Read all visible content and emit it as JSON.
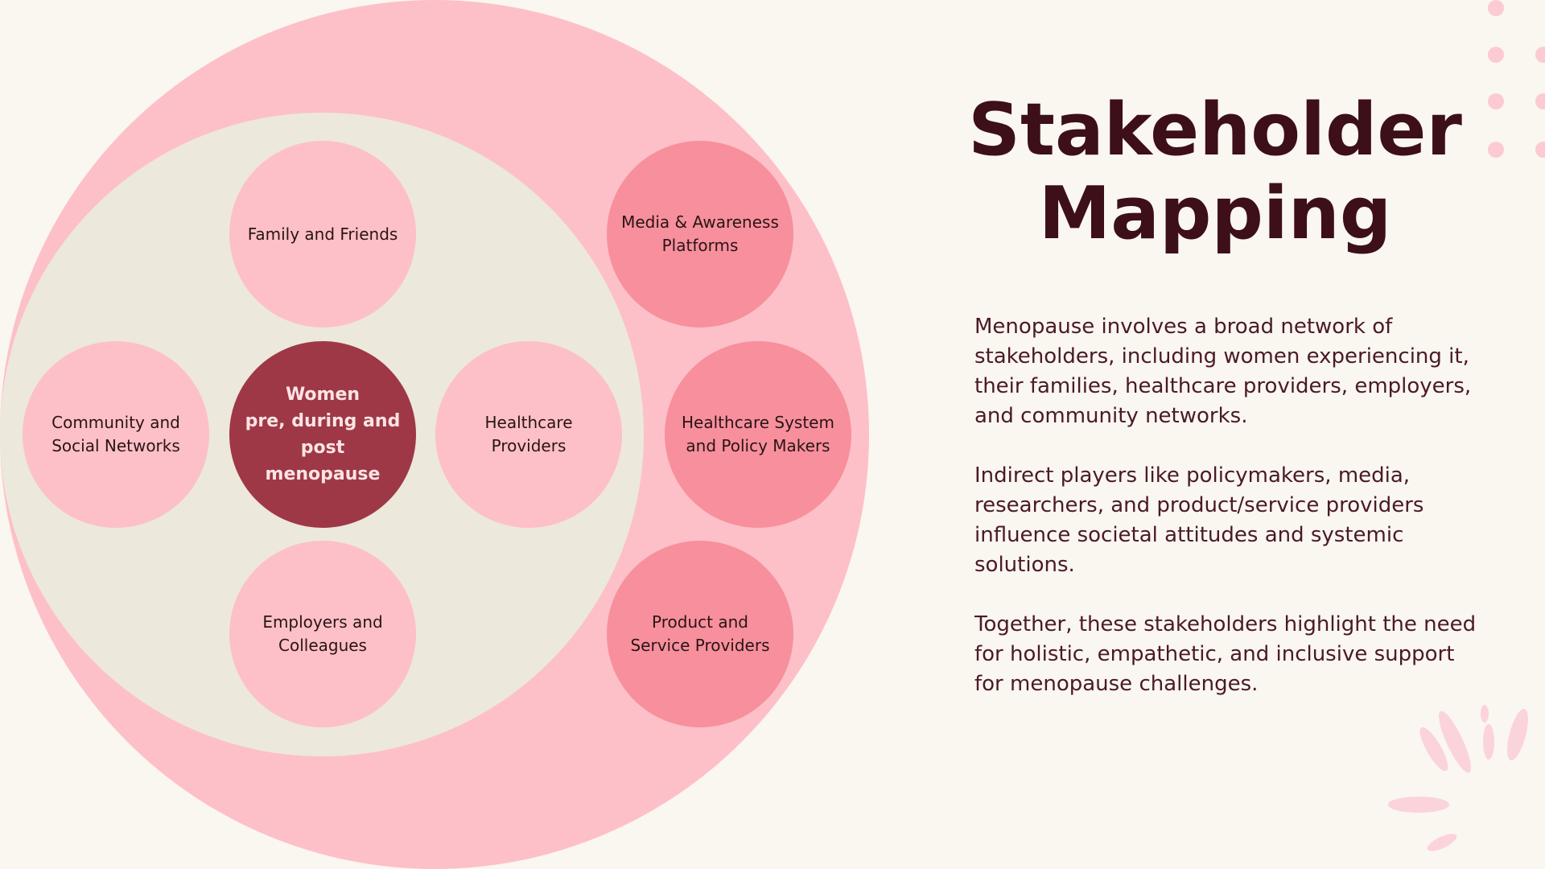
{
  "title": "Stakeholder\nMapping",
  "diagram": {
    "center": "Women\npre, during and\npost menopause",
    "inner_stakeholders": [
      "Family and Friends",
      "Community and\nSocial Networks",
      "Healthcare\nProviders",
      "Employers and\nColleagues"
    ],
    "outer_stakeholders": [
      "Media & Awareness\nPlatforms",
      "Healthcare System\nand Policy Makers",
      "Product and\nService Providers"
    ]
  },
  "paragraphs": [
    "Menopause involves a broad network of stakeholders, including women experiencing it, their families, healthcare providers, employers, and community networks.",
    "Indirect players like policymakers, media, researchers, and product/service providers influence societal attitudes and systemic solutions.",
    "Together, these stakeholders highlight the need for holistic, empathetic, and inclusive support for menopause challenges."
  ],
  "colors": {
    "background": "#faf6f0",
    "outer_ring": "#fdc0c8",
    "inner_circle": "#ece8dc",
    "inner_node": "#fdc0c8",
    "outer_node": "#f7909c",
    "center_node": "#9e3846",
    "title": "#3d0f18"
  }
}
